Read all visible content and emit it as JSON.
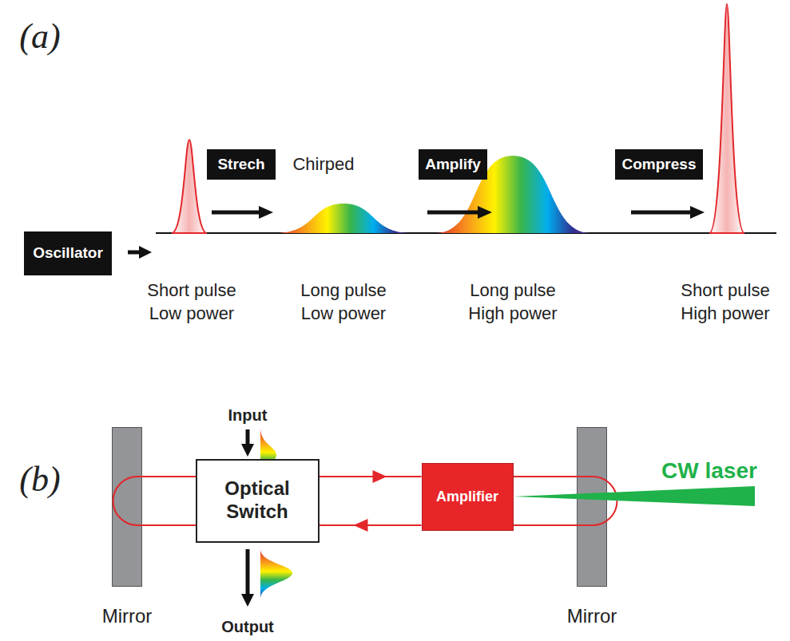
{
  "diagram": {
    "nodes": [
      {
        "text": [
          "Oscillator"
        ]
      },
      {
        "text": [
          "Strech"
        ]
      },
      {
        "text": [
          "Amplify"
        ]
      },
      {
        "text": [
          "Compress"
        ]
      },
      {
        "text": [
          "Mirror"
        ]
      },
      {
        "text": [
          "Optical Switch"
        ]
      },
      {
        "text": [
          "Amplifier"
        ]
      },
      {
        "text": [
          "Mirror"
        ]
      }
    ],
    "edges": [
      {
        "from": 5,
        "to": 6,
        "arrow": "to"
      },
      {
        "from": 6,
        "to": 5,
        "arrow": "to"
      }
    ],
    "labels": [
      "(a)",
      "Chirped",
      "Short pulse",
      "Low power",
      "Long pulse",
      "Low power",
      "Long pulse",
      "High power",
      "Short pulse",
      "High power",
      "(b)",
      "Input",
      "Output",
      "CW laser"
    ]
  }
}
